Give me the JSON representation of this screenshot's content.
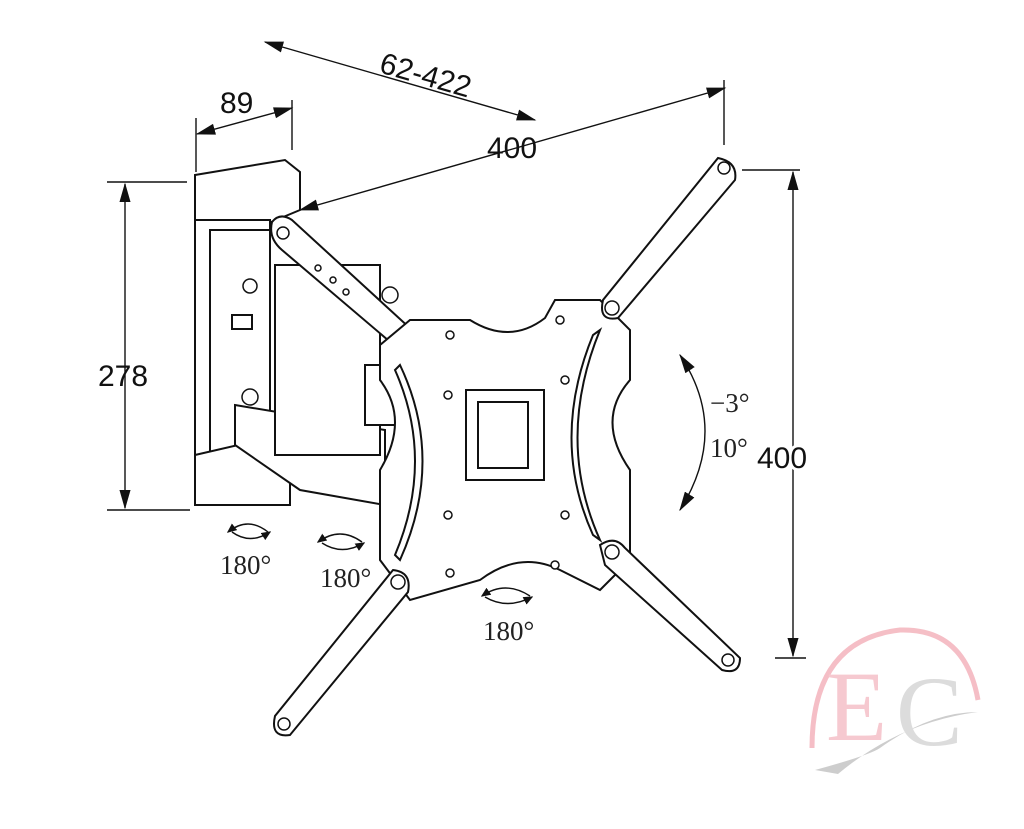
{
  "title": "TV wall mount dimension drawing",
  "dimensions": {
    "extension_range": "62-422",
    "wall_plate_depth": "89",
    "vesa_horizontal": "400",
    "wall_plate_height": "278",
    "vesa_vertical": "400"
  },
  "tilt": {
    "up": "−3°",
    "down": "10°"
  },
  "swivel": {
    "wall_joint": "180°",
    "arm_joint": "180°",
    "plate_joint": "180°"
  },
  "logo": {
    "text": "EC",
    "colors": {
      "arc": "#f4b8c0",
      "swoosh": "#c8c8c8"
    }
  }
}
